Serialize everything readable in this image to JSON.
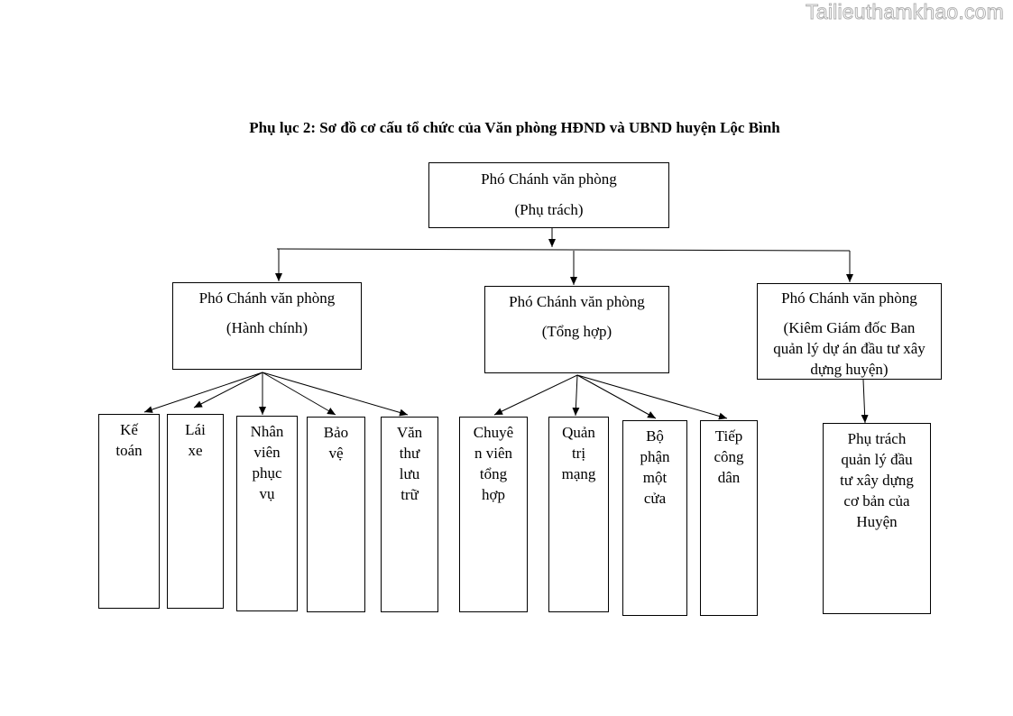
{
  "watermark": "Tailieuthamkhao.com",
  "title": "Phụ lục 2: Sơ đồ cơ cấu tổ chức của Văn phòng HĐND và UBND huyện Lộc Bình",
  "top": {
    "line1": "Phó Chánh văn phòng",
    "line2": "(Phụ trách)"
  },
  "left": {
    "line1": "Phó Chánh văn phòng",
    "line2": "(Hành chính)"
  },
  "center": {
    "line1": "Phó Chánh văn phòng",
    "line2": "(Tổng hợp)"
  },
  "right": {
    "line1": "Phó Chánh văn phòng",
    "line2": "(Kiêm Giám đốc Ban quản lý dự án đầu tư xây dựng huyện)"
  },
  "left_children": [
    {
      "lines": [
        "Kế",
        "toán"
      ]
    },
    {
      "lines": [
        "Lái",
        "xe"
      ]
    },
    {
      "lines": [
        "Nhân",
        "viên",
        "phục",
        "vụ"
      ]
    },
    {
      "lines": [
        "Bảo",
        "vệ"
      ]
    },
    {
      "lines": [
        "Văn",
        "thư",
        "lưu",
        "trữ"
      ]
    }
  ],
  "center_children": [
    {
      "lines": [
        "Chuyê",
        "n viên",
        "tổng",
        "hợp"
      ]
    },
    {
      "lines": [
        "Quản",
        "trị",
        "mạng"
      ]
    },
    {
      "lines": [
        "Bộ",
        "phận",
        "một",
        "cửa"
      ]
    },
    {
      "lines": [
        "Tiếp",
        "công",
        "dân"
      ]
    }
  ],
  "right_children": [
    {
      "lines": [
        "Phụ trách",
        "quản lý đầu",
        "tư xây dựng",
        "cơ bản của",
        "Huyện"
      ]
    }
  ]
}
